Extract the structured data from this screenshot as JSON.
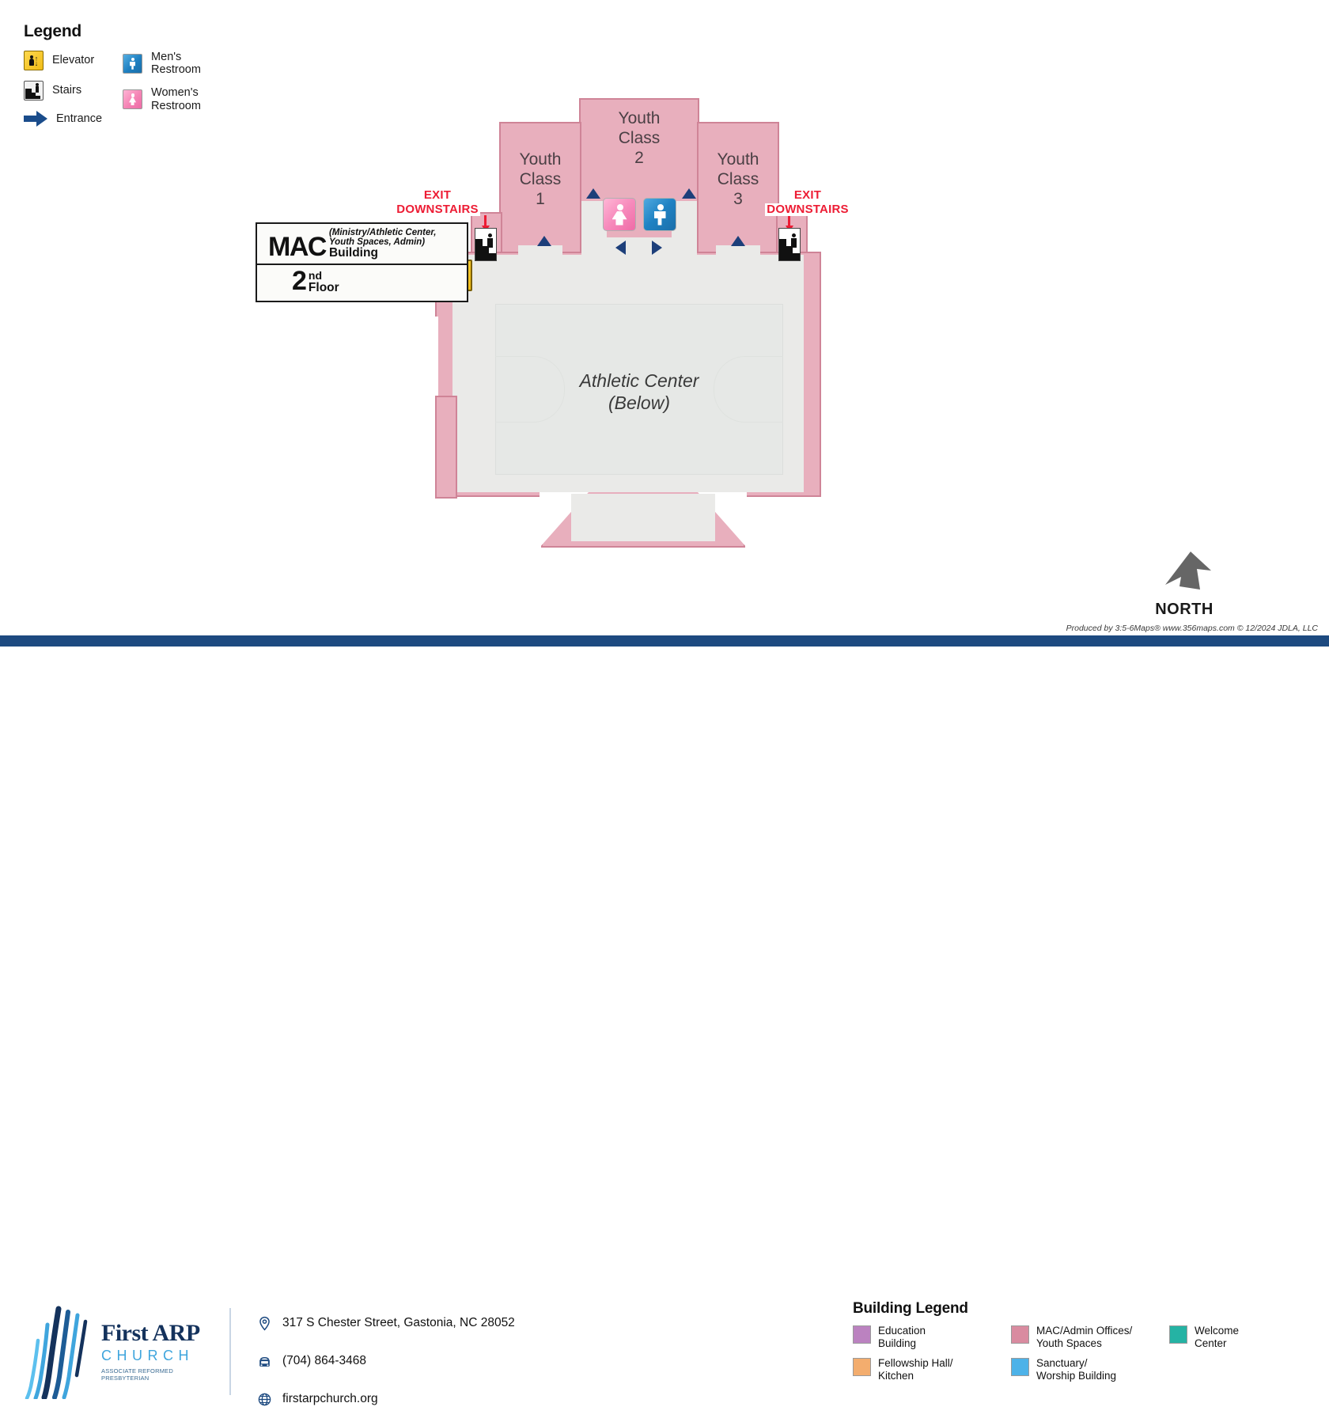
{
  "legend": {
    "title": "Legend",
    "col1": [
      {
        "icon": "elevator-icon",
        "label": "Elevator"
      },
      {
        "icon": "stairs-icon",
        "label": "Stairs"
      },
      {
        "icon": "entrance-arrow-icon",
        "label": "Entrance"
      }
    ],
    "col2": [
      {
        "icon": "mens-restroom-icon",
        "label": "Men's\nRestroom",
        "line1": "Men's",
        "line2": "Restroom"
      },
      {
        "icon": "womens-restroom-icon",
        "label": "Women's\nRestroom",
        "line1": "Women's",
        "line2": "Restroom"
      }
    ]
  },
  "building_label": {
    "abbr": "MAC",
    "parenthetical_line1": "(Ministry/Athletic Center,",
    "parenthetical_line2": "Youth Spaces, Admin)",
    "building_word": "Building",
    "floor_number": "2",
    "floor_ordinal": "nd",
    "floor_word": "Floor"
  },
  "rooms": [
    {
      "name": "youth-class-1",
      "line1": "Youth",
      "line2": "Class",
      "line3": "1"
    },
    {
      "name": "youth-class-2",
      "line1": "Youth",
      "line2": "Class",
      "line3": "2"
    },
    {
      "name": "youth-class-3",
      "line1": "Youth",
      "line2": "Class",
      "line3": "3"
    },
    {
      "name": "athletic-center",
      "line1": "Athletic Center",
      "line2": "(Below)"
    }
  ],
  "exits": [
    {
      "name": "exit-downstairs-left",
      "line1": "EXIT",
      "line2": "DOWNSTAIRS"
    },
    {
      "name": "exit-downstairs-right",
      "line1": "EXIT",
      "line2": "DOWNSTAIRS"
    }
  ],
  "compass": {
    "label": "NORTH"
  },
  "credits": "Produced by 3:5-6Maps®   www.356maps.com   © 12/2024  JDLA, LLC",
  "footer": {
    "logo": {
      "first_arp": "First ARP",
      "church": "CHURCH",
      "tagline": "ASSOCIATE REFORMED PRESBYTERIAN"
    },
    "contacts": [
      {
        "icon": "map-pin-icon",
        "text": "317 S Chester Street, Gastonia, NC 28052"
      },
      {
        "icon": "telephone-icon",
        "text": "(704) 864-3468"
      },
      {
        "icon": "globe-icon",
        "text": "firstarpchurch.org"
      }
    ]
  },
  "building_legend": {
    "title": "Building Legend",
    "items": [
      {
        "color": "#bb82c0",
        "line1": "Education",
        "line2": "Building"
      },
      {
        "color": "#d98ba0",
        "line1": "MAC/Admin Offices/",
        "line2": "Youth Spaces"
      },
      {
        "color": "#25b3a4",
        "line1": "Welcome",
        "line2": "Center"
      },
      {
        "color": "#f3ad6e",
        "line1": "Fellowship Hall/",
        "line2": "Kitchen"
      },
      {
        "color": "#4db2e8",
        "line1": "Sanctuary/",
        "line2": "Worship Building"
      }
    ]
  },
  "colors": {
    "building_fill": "#e8afbd",
    "building_stroke": "#cf8497",
    "corridor_fill": "#eaeae8",
    "exit_red": "#ed1c34",
    "door_blue": "#1d3f7a",
    "footer_bar": "#1d4a80"
  }
}
